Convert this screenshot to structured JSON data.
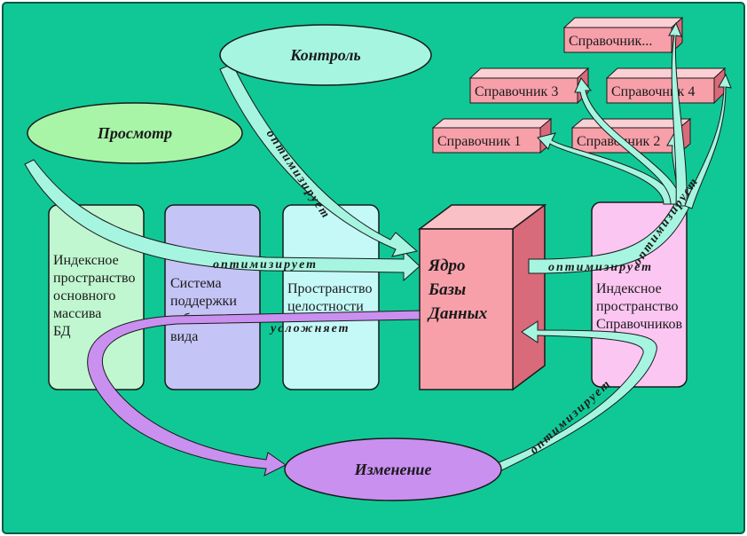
{
  "ellipses": {
    "view": "Просмотр",
    "control": "Контроль",
    "change": "Изменение"
  },
  "blocks": {
    "index_main": [
      "Индексное",
      "пространство",
      "основного",
      "массива",
      "БД"
    ],
    "table_support": [
      "Система",
      "поддержки",
      "табличного",
      "вида"
    ],
    "integrity": [
      "Пространство",
      "целостности"
    ],
    "index_refs": [
      "Индексное",
      "пространство",
      "Справочников"
    ]
  },
  "core": [
    "Ядро",
    "Базы",
    "Данных"
  ],
  "references": {
    "ref1": "Справочник 1",
    "ref2": "Справочник 2",
    "ref3": "Справочник 3",
    "ref4": "Справочник 4",
    "refn": "Справочник..."
  },
  "verbs": {
    "optimizes": "оптимизирует",
    "complicates": "усложняет"
  },
  "colors": {
    "background": "#10c896",
    "frame": "#0a5a46",
    "arrow_aqua": "#a6f5e0",
    "arrow_purple": "#c990f0",
    "ellipse_green": "#a8f5a8",
    "ellipse_aqua": "#a6f5e0",
    "ellipse_purple": "#c990f0",
    "block_green": "#c0f7d0",
    "block_violet": "#c4c4f6",
    "block_cyan": "#c4f9f7",
    "block_pink": "#fbc6f2",
    "core_front": "#f7a0aa",
    "core_side": "#d86a7a",
    "ref_box": "#f7a0aa"
  }
}
